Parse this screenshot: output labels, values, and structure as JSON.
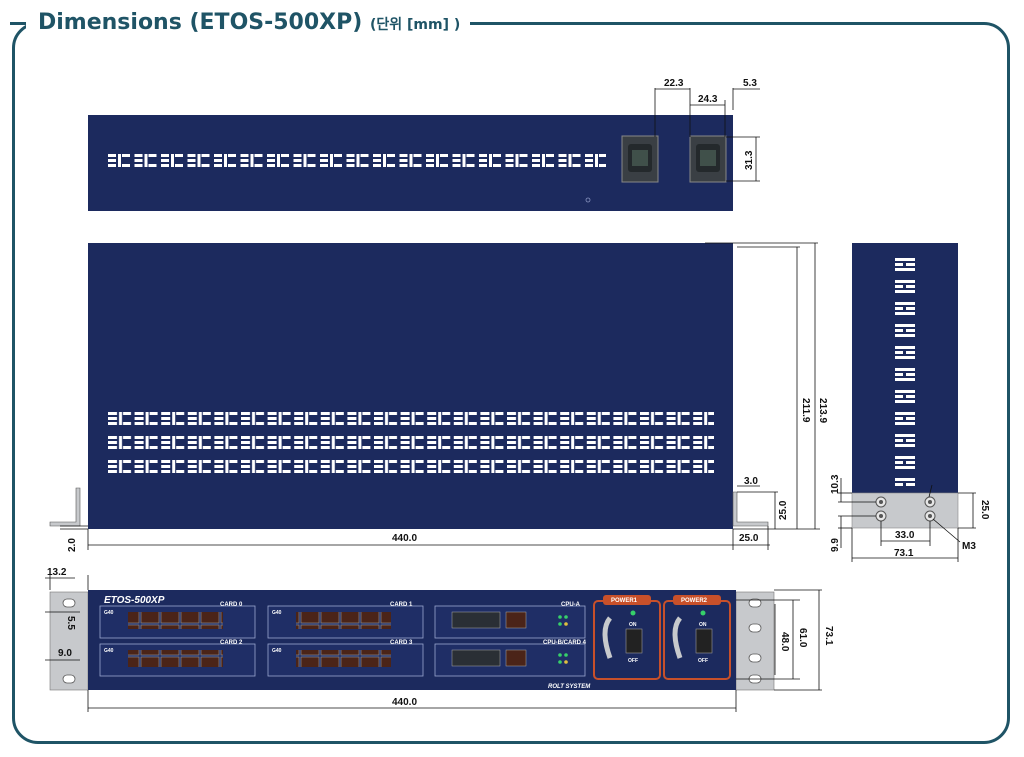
{
  "title": {
    "main": "Dimensions (ETOS-500XP)",
    "unit": "(단위 [mm] )"
  },
  "colors": {
    "frame": "#1f5466",
    "chassis": "#1c2a5e",
    "slot": "#ffffff",
    "bracket": "#c7c9cc",
    "power_border": "#c8502a"
  },
  "top_view": {
    "dims": {
      "width_a": "22.3",
      "width_b": "24.3",
      "offset": "5.3",
      "height": "31.3"
    },
    "icons": [
      "power-socket-icon",
      "power-socket-icon"
    ]
  },
  "front_view": {
    "dims": {
      "h_inner": "211.9",
      "h_outer": "213.9",
      "width": "440.0",
      "bottom": "2.0",
      "ear_thickness": "3.0",
      "ear_height": "25.0",
      "ear_depth": "25.0"
    }
  },
  "side_view": {
    "dims": {
      "left_top": "10.3",
      "left_bottom": "9.9",
      "right_height": "25.0",
      "hole_pitch": "33.0",
      "total": "73.1",
      "screw": "M3"
    }
  },
  "panel_view": {
    "brand": "ETOS-500XP",
    "maker": "ROLT SYSTEM",
    "cards": [
      {
        "name": "CARD 0",
        "tag": "G40"
      },
      {
        "name": "CARD 1",
        "tag": "G40"
      },
      {
        "name": "CARD 2",
        "tag": "G40"
      },
      {
        "name": "CARD 3",
        "tag": "G40"
      }
    ],
    "cpu_a": "CPU-A",
    "cpu_b": "CPU-B/CARD 4",
    "power1": "POWER1",
    "power2": "POWER2",
    "switch_on": "ON",
    "switch_off": "OFF",
    "dims": {
      "ear_width": "13.2",
      "hole_offset": "5.5",
      "hole_low": "9.0",
      "hole_pitch": "48.0",
      "panel_inner": "61.0",
      "panel_height": "73.1",
      "width": "440.0"
    }
  }
}
